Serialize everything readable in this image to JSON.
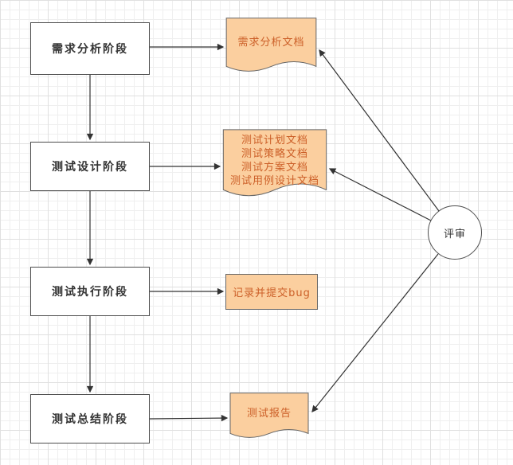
{
  "stages": [
    {
      "label": "需求分析阶段"
    },
    {
      "label": "测试设计阶段"
    },
    {
      "label": "测试执行阶段"
    },
    {
      "label": "测试总结阶段"
    }
  ],
  "outputs": {
    "requirements_doc": {
      "label": "需求分析文档"
    },
    "design_docs": {
      "lines": [
        "测试计划文档",
        "测试策略文档",
        "测试方案文档",
        "测试用例设计文档"
      ]
    },
    "bug_record": {
      "label": "记录并提交bug"
    },
    "test_report": {
      "label": "测试报告"
    }
  },
  "review": {
    "label": "评审"
  },
  "colors": {
    "doc_fill": "#FBCF9F",
    "doc_border": "#666666",
    "doc_text": "#CC5F28",
    "box_fill": "#FFFFFF",
    "box_border": "#4D4D4D",
    "box_text": "#333333",
    "arrow": "#333333"
  }
}
